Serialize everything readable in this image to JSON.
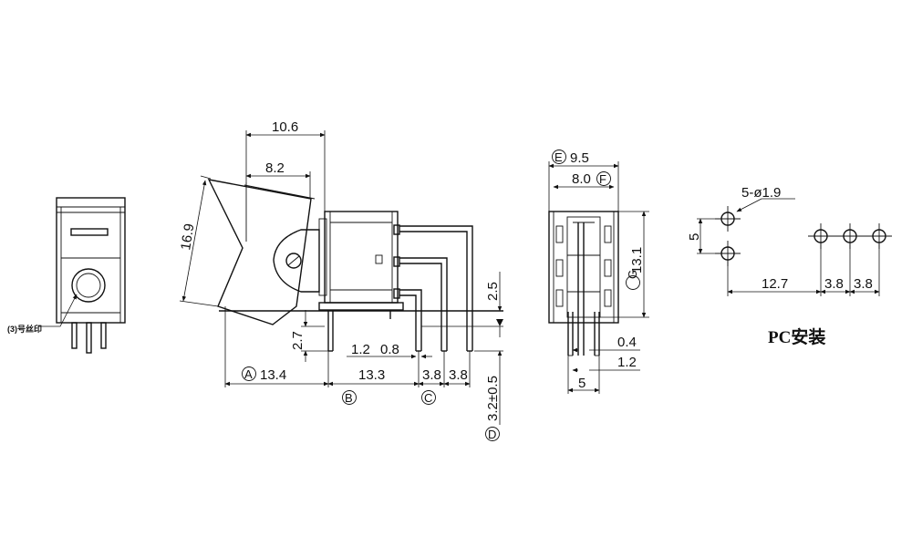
{
  "front_view": {
    "silk_print": "(3)号丝印"
  },
  "side_view": {
    "dims": {
      "d_10_6": "10.6",
      "d_8_2": "8.2",
      "d_16_9": "16.9",
      "d_2_5": "2.5",
      "d_2_7": "2.7",
      "d_1_2": "1.2",
      "d_0_8": "0.8",
      "d_13_4": "13.4",
      "d_13_3": "13.3",
      "d_3_8_a": "3.8",
      "d_3_8_b": "3.8",
      "d_3_2_tol": "3.2±0.5"
    },
    "callouts": {
      "a": "A",
      "b": "B",
      "c": "C",
      "d": "D"
    }
  },
  "end_view": {
    "dims": {
      "d_9_5": "9.5",
      "d_8_0": "8.0",
      "d_13_1": "13.1",
      "d_0_4": "0.4",
      "d_1_2": "1.2",
      "d_5": "5"
    },
    "callouts": {
      "e": "E",
      "f": "F",
      "g": "G"
    }
  },
  "pc_mounting": {
    "title": "PC安装",
    "dims": {
      "holes": "5-ø1.9",
      "d_5": "5",
      "d_12_7": "12.7",
      "d_3_8_a": "3.8",
      "d_3_8_b": "3.8"
    }
  }
}
